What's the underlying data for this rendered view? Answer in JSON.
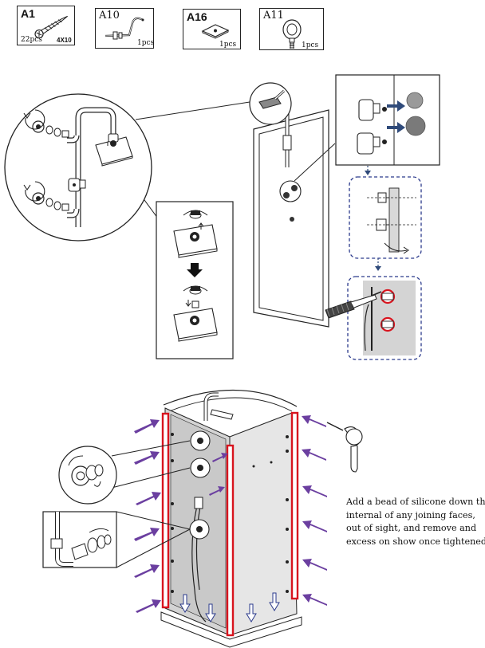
{
  "parts": [
    {
      "code": "A1",
      "qty": "22pcs",
      "size": "4X10",
      "icon": "screw-icon"
    },
    {
      "code": "A10",
      "qty": "1pcs",
      "icon": "shower-riser-arm-icon"
    },
    {
      "code": "A16",
      "qty": "1pcs",
      "icon": "mounting-plate-icon"
    },
    {
      "code": "A11",
      "qty": "1pcs",
      "icon": "hanger-hook-icon"
    }
  ],
  "instruction": {
    "lines": [
      "Add a bead of silicone down the",
      "internal of any joining faces,",
      "out of sight, and remove and",
      "excess on show once tightened"
    ]
  },
  "colors": {
    "line": "#222222",
    "arrow_blue": "#2f4a7a",
    "arrow_purple": "#6b3fa0",
    "silicone_red": "#d8141e",
    "dashed_callout": "#2b3a8c",
    "panel_grey": "#d4d4d4"
  }
}
